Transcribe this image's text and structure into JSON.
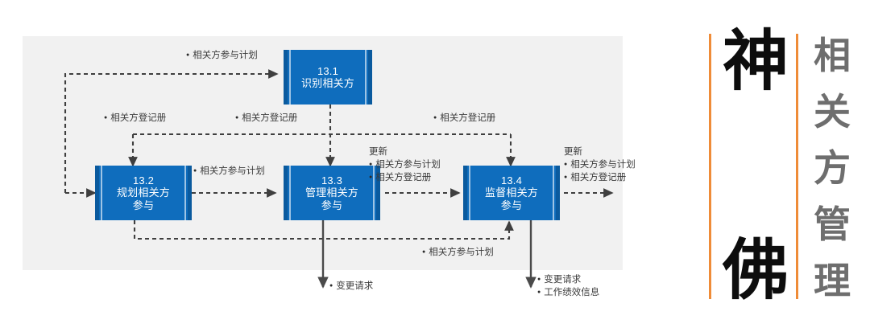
{
  "diagram": {
    "title_plate": {
      "brand_chars": [
        "神",
        "佛"
      ],
      "subtitle_chars": [
        "相",
        "关",
        "方",
        "管",
        "理"
      ],
      "subtitle_text": "相关方管理",
      "accent_color": "#ef8c38",
      "brand_color": "#0d0d0d",
      "subtitle_color": "#6e6e6e"
    },
    "canvas": {
      "background_color": "#f1f1f1",
      "box_fill": "#0f6dbd",
      "box_edge": "#0a5a9e",
      "connector_color": "#3f3f3f"
    },
    "processes": [
      {
        "id": "13.1",
        "number": "13.1",
        "name": "识别相关方"
      },
      {
        "id": "13.2",
        "number": "13.2",
        "name_line1": "规划相关方",
        "name_line2": "参与"
      },
      {
        "id": "13.3",
        "number": "13.3",
        "name_line1": "管理相关方",
        "name_line2": "参与"
      },
      {
        "id": "13.4",
        "number": "13.4",
        "name_line1": "监督相关方",
        "name_line2": "参与"
      }
    ],
    "labels": {
      "top_plan": "相关方参与计划",
      "register_a": "相关方登记册",
      "register_b": "相关方登记册",
      "register_c": "相关方登记册",
      "mid_plan": "相关方参与计划",
      "update_heading_mid": "更新",
      "update_mid_item1": "相关方参与计划",
      "update_mid_item2": "相关方登记册",
      "update_heading_right": "更新",
      "update_right_item1": "相关方参与计划",
      "update_right_item2": "相关方登记册",
      "bottom_plan": "相关方参与计划",
      "change_request_133": "变更请求",
      "change_request_134": "变更请求",
      "work_performance": "工作绩效信息"
    }
  }
}
